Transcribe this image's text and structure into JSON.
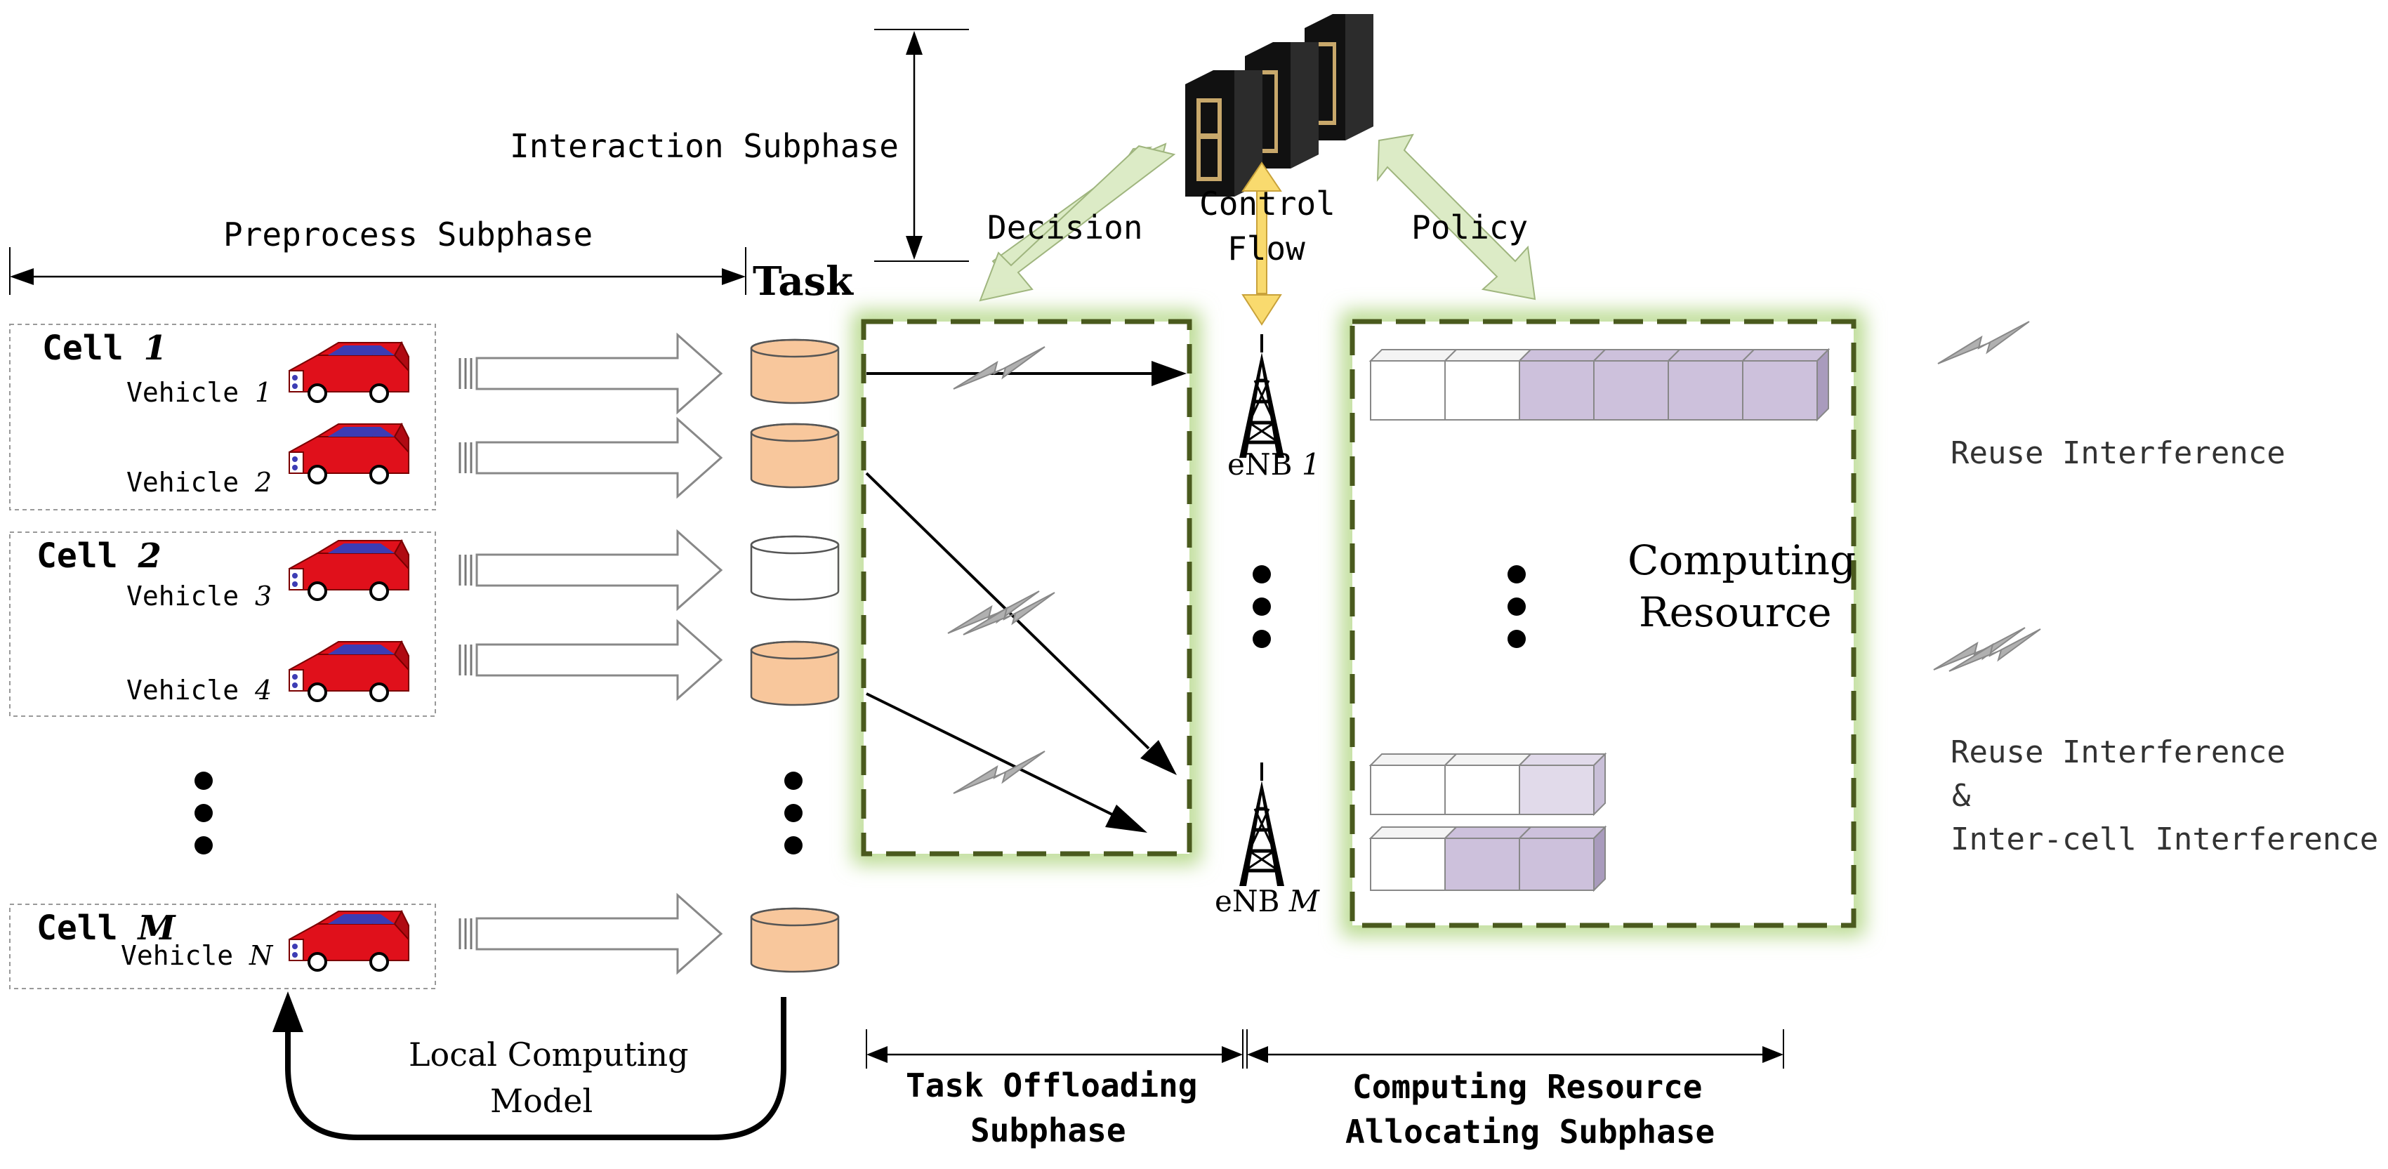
{
  "labels": {
    "interaction_subphase": "Interaction Subphase",
    "preprocess_subphase": "Preprocess Subphase",
    "task": "Task",
    "decision": "Decision",
    "control_flow_line1": "Control",
    "control_flow_line2": "Flow",
    "policy": "Policy",
    "local_computing_line1": "Local Computing",
    "local_computing_line2": "Model",
    "task_offloading_line1": "Task Offloading",
    "task_offloading_line2": "Subphase",
    "computing_allocating_line1": "Computing Resource",
    "computing_allocating_line2": "Allocating Subphase",
    "computing_resource_line1": "Computing",
    "computing_resource_line2": "Resource"
  },
  "cells": [
    {
      "label": "Cell",
      "index": "1",
      "vehicles": [
        {
          "label": "Vehicle",
          "index": "1"
        },
        {
          "label": "Vehicle",
          "index": "2"
        }
      ]
    },
    {
      "label": "Cell",
      "index": "2",
      "vehicles": [
        {
          "label": "Vehicle",
          "index": "3"
        },
        {
          "label": "Vehicle",
          "index": "4"
        }
      ]
    },
    {
      "label": "Cell",
      "index": "M",
      "vehicles": [
        {
          "label": "Vehicle",
          "index": "N"
        }
      ]
    }
  ],
  "enbs": [
    {
      "label": "eNB",
      "index": "1"
    },
    {
      "label": "eNB",
      "index": "M"
    }
  ],
  "legend": [
    {
      "text": "Reuse Interference"
    },
    {
      "text_line1": "Reuse Interference",
      "text_line2": "&",
      "text_line3": "Inter-cell Interference"
    }
  ],
  "colors": {
    "car_body": "#e0101b",
    "car_window": "#3c3cb4",
    "task_filled": "#f8c79c",
    "task_empty": "#ffffff",
    "resource_used": "#cdc1dc",
    "resource_light": "#e1daea",
    "glow": "#b6d88a",
    "dash_border": "#4a5a1e",
    "decision_arrow": "#dcebc6",
    "control_arrow": "#f9da6e",
    "lightning": "#a9a9a9"
  }
}
